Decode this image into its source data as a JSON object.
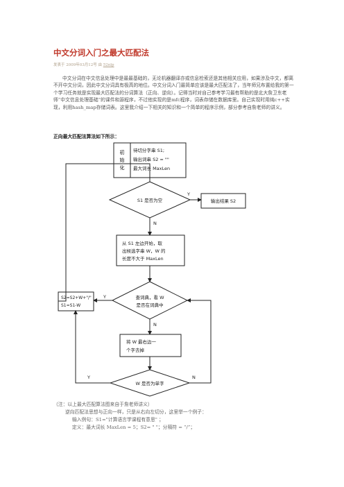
{
  "article": {
    "title": "中文分词入门之最大匹配法",
    "meta": {
      "prefix": "发表于 2009年03月12号 由 ",
      "author": "52nlp"
    },
    "intro": "中文分词在中文信息处理中是最最基础的，无论机器翻译亦或信息检索还是其他相关应用，如果涉及中文，都离不开中文分词，因此中文分词具有极高的地位。中文分词入门最简单应该是最大匹配法了，当年师兄布置给我的第一个学习任务就是实现最大匹配法的分词算法（正向、逆向）。记得当时对自己参考学习最有帮助的是北大詹卫东老师“中文信息处理基础”的课件和源程序，不过他实现的是mfc程序，词表存储在数据库里。自己实现时用纯c++实现，利用hash_map存储词表。这里我介绍一下相关的知识和一个简单的程序示例，部分参考自詹老师的讲义。",
    "section_heading": "正向最大匹配法算法如下所示："
  },
  "flowchart": {
    "init_label": [
      "初",
      "始",
      "化"
    ],
    "init_lines": [
      "待切分字串 S1;",
      "输出词串 S2 = \"\"",
      "最大词长 MaxLen"
    ],
    "decision1": "S1 是否为空",
    "output": "输出结果 S2",
    "take_lines": [
      "从 S1 左边开始，取",
      "出候选字串 W，W 的",
      "长度不大于 MaxLen"
    ],
    "decision2_lines": [
      "查词典，看 W",
      "是否在词典中"
    ],
    "remove_lines": [
      "将 W 最右边一",
      "个字去掉"
    ],
    "decision3": "W 是否为单字",
    "update_lines": [
      "S2=S2+W+\"/\"",
      "S1=S1-W"
    ],
    "yes": "Y",
    "no": "N"
  },
  "notes": {
    "source": "（注：以上最大匹配算法图来自于詹老师讲义）",
    "reverse": "逆向匹配法思想与正向一样，只是从右向左切分，这里举一个例子：",
    "example_input": "输入例句：S1=\"计算语言学课程有意思\" ；",
    "example_def": "定义：最大词长 MaxLen = 5；S2= \" \"；分隔符 = “/”；"
  }
}
